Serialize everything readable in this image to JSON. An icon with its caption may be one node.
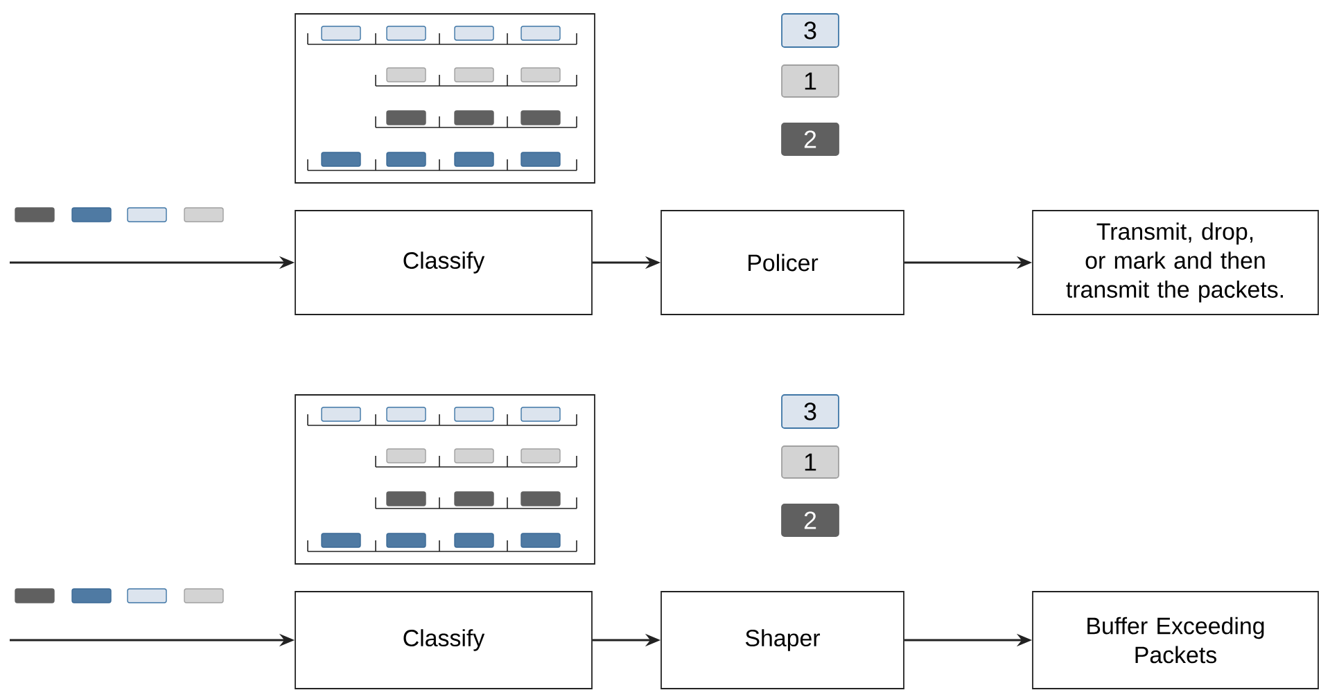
{
  "diagram": {
    "nodes": [
      {
        "text": [],
        "shape": "box"
      },
      {
        "text": [
          "3"
        ]
      },
      {
        "text": [
          "1"
        ]
      },
      {
        "text": [
          "2"
        ]
      },
      {
        "text": [
          "Classify"
        ]
      },
      {
        "text": [
          "Policer"
        ]
      },
      {
        "text": [
          "Transmit, drop, or mark and then transmit the packets."
        ]
      },
      {
        "text": [],
        "shape": "box"
      },
      {
        "text": [
          "3"
        ]
      },
      {
        "text": [
          "1"
        ]
      },
      {
        "text": [
          "2"
        ]
      },
      {
        "text": [
          "Classify"
        ]
      },
      {
        "text": [
          "Shaper"
        ]
      },
      {
        "text": [
          "Buffer Exceeding Packets"
        ]
      }
    ],
    "edges": [
      {
        "from": null,
        "to": 4,
        "arrow": "to"
      },
      {
        "from": 4,
        "to": 5,
        "arrow": "to"
      },
      {
        "from": 5,
        "to": 6,
        "arrow": "to"
      },
      {
        "from": null,
        "to": 11,
        "arrow": "to"
      },
      {
        "from": 11,
        "to": 12,
        "arrow": "to"
      },
      {
        "from": 12,
        "to": 13,
        "arrow": "to"
      }
    ]
  }
}
